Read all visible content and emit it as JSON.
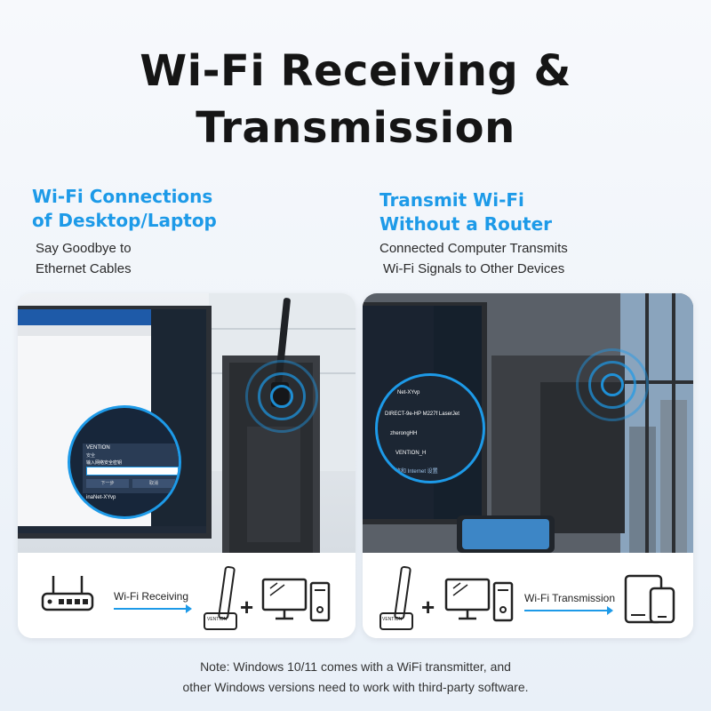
{
  "title": {
    "line1": "Wi-Fi Receiving &",
    "line2": "Transmission"
  },
  "left": {
    "heading_line1": "Wi-Fi Connections",
    "heading_line2": "of Desktop/Laptop",
    "sub_line1": "Say Goodbye to",
    "sub_line2": "Ethernet Cables",
    "popup": {
      "network": "VENTION",
      "status": "安全",
      "prompt": "输入网络安全密钥",
      "next": "下一步",
      "cancel": "取消",
      "other": "inaNet-XYvp"
    },
    "diagram": {
      "label": "Wi-Fi Receiving",
      "adapter_text": "VENTION"
    }
  },
  "right": {
    "heading_line1": "Transmit Wi-Fi",
    "heading_line2": "Without a Router",
    "sub_line1": "Connected Computer Transmits",
    "sub_line2": "Wi-Fi Signals to Other Devices",
    "popup": {
      "item1": "Net-XYvp",
      "item2": "DIRECT-9e-HP M227f LaserJet",
      "item3": "zherongHH",
      "item4": "VENTION_H",
      "settings": "网络和 Internet 设置"
    },
    "diagram": {
      "label": "Wi-Fi Transmission",
      "adapter_text": "VENTION"
    }
  },
  "note": {
    "line1": "Note: Windows 10/11 comes with a WiFi transmitter, and",
    "line2": "other Windows versions need to work with third-party software."
  },
  "colors": {
    "accent": "#1d9ae8",
    "text": "#151515"
  }
}
